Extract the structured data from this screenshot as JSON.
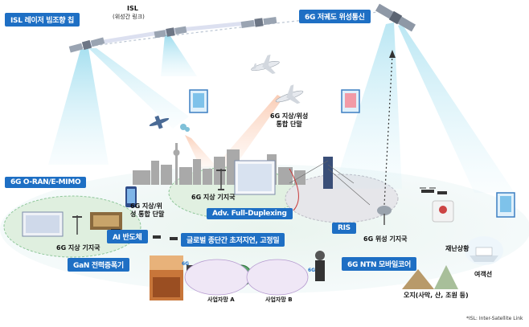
{
  "labels": {
    "isl_laser": "ISL 레이저 빔조향 칩",
    "isl_title": "ISL",
    "isl_sub": "(위성간 링크)",
    "leo_satcom": "6G 저궤도 위성통신",
    "oran": "6G O-RAN/E-MIMO",
    "terminal_air": "6G 지상/위성\n통합 단말",
    "ground_bs_center": "6G 지상 기지국",
    "adv_fd": "Adv. Full-Duplexing",
    "terminal_left": "6G 지상/위\n성 통합 단말",
    "ai_chip": "AI 반도체",
    "global_e2e": "글로벌 종단간 초저지연, 고정밀",
    "ground_bs_left": "6G 지상 기지국",
    "gan_amp": "GaN 전력증폭기",
    "ris": "RIS",
    "sat_bs": "6G 위성 기지국",
    "ntn_core": "6G NTN 모바일코어",
    "disaster": "재난상황",
    "cruise": "여객선",
    "remote": "오지(사막, 산, 조원 등)",
    "site_a": "사업자망 A",
    "site_b": "사업자망 B",
    "six_g": "6G",
    "footnote": "*ISL: Inter-Satellite Link"
  },
  "colors": {
    "tag_blue": "#1e6fc4",
    "ground_green": "#dbeedd",
    "dashed_green": "#8fc79a",
    "beam_cyan": "#7fd3ea",
    "beam_orange": "#f4a57c",
    "city_gray": "#a8a8a8"
  },
  "icons": [
    "satellite-icon",
    "airplane-icon",
    "drone-icon",
    "base-station-icon",
    "ris-panel-icon",
    "server-rack-icon",
    "smartphone-icon",
    "vr-headset-icon",
    "ship-icon",
    "globe-icon",
    "chip-icon"
  ]
}
